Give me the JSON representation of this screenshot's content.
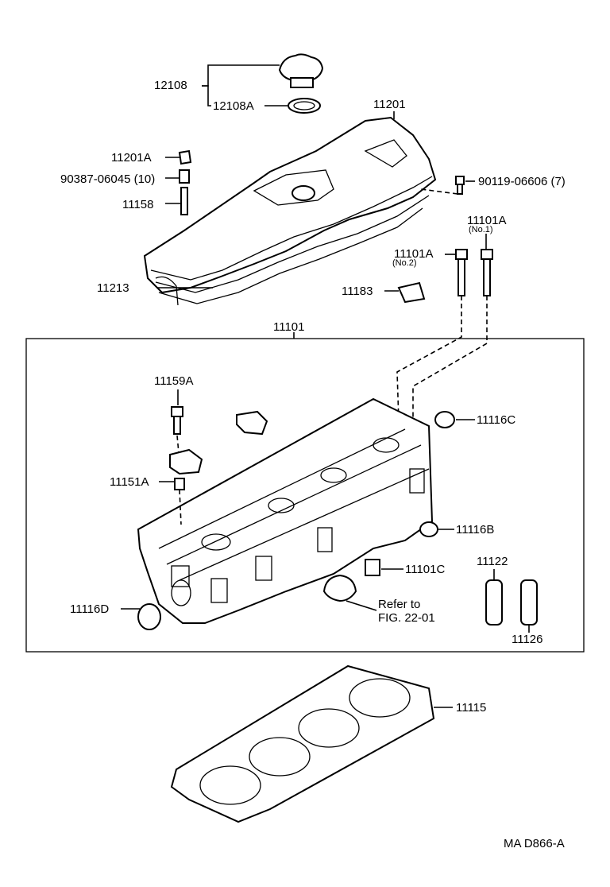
{
  "labels": {
    "p12108": "12108",
    "p12108A": "12108A",
    "p11201": "11201",
    "p11201A": "11201A",
    "p90387": "90387-06045 (10)",
    "p11158": "11158",
    "p90119": "90119-06606 (7)",
    "p11101A_1": "11101A",
    "no1": "(No.1)",
    "p11101A_2": "11101A",
    "no2": "(No.2)",
    "p11213": "11213",
    "p11183": "11183",
    "p11101": "11101",
    "p11159A": "11159A",
    "p11116C": "11116C",
    "p11151A": "11151A",
    "p11116B": "11116B",
    "p11122": "11122",
    "p11101C": "11101C",
    "p11116D": "11116D",
    "refer1": "Refer to",
    "refer2": "FIG. 22-01",
    "p11126": "11126",
    "p11115": "11115",
    "code": "MA  D866-A"
  }
}
